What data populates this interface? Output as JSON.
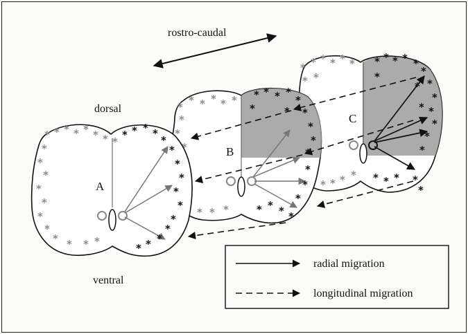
{
  "labels": {
    "axis_top": "rostro-caudal",
    "dorsal": "dorsal",
    "ventral": "ventral",
    "section_a": "A",
    "section_b": "B",
    "section_c": "C"
  },
  "legend": {
    "radial": "radial migration",
    "longitudinal": "longitudinal migration"
  },
  "colors": {
    "outline": "#111111",
    "star_grey": "#8c8c8c",
    "star_black": "#111111",
    "shaded_region": "#9c9c9c",
    "arrow_grey": "#777777"
  }
}
